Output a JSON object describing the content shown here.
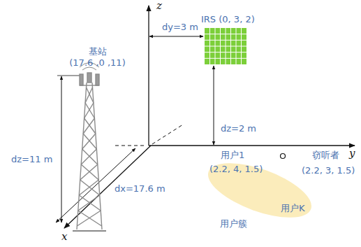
{
  "diagram": {
    "nodes": [
      {
        "text": [
          "IRS (0, 3, 2)"
        ]
      },
      {
        "text": [
          "基站",
          "(17.6 ,0 ,11)"
        ]
      },
      {
        "text": [
          "用户簇"
        ]
      }
    ],
    "edges": [],
    "labels": [
      "z",
      "dy=3 m",
      "dz=2 m",
      "y",
      "用户1",
      "(2.2, 4, 1.5)",
      "窃听者",
      "(2.2, 3, 1.5)",
      "dz=11 m",
      "dx=17.6 m",
      "用户K",
      "x"
    ]
  }
}
